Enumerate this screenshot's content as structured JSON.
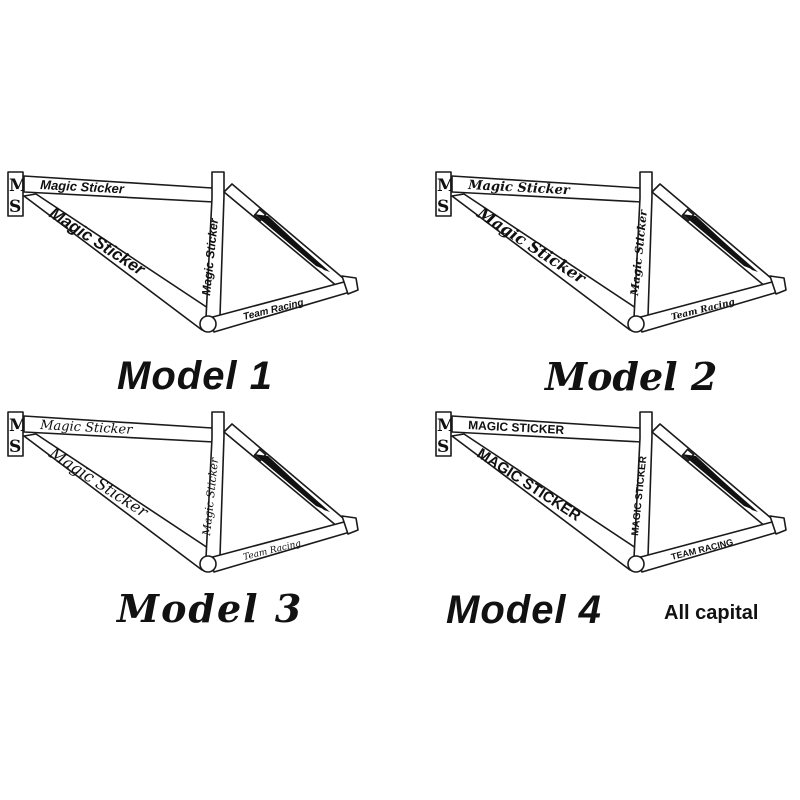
{
  "frames": [
    {
      "badge_top": "M",
      "badge_bottom": "S",
      "top_tube_text": "Magic Sticker",
      "down_tube_text": "Magic Sticker",
      "seat_tube_text": "Magic Sticker",
      "chainstay_text": "Team Racing",
      "caption": "Model 1",
      "note": ""
    },
    {
      "badge_top": "M",
      "badge_bottom": "S",
      "top_tube_text": "Magic Sticker",
      "down_tube_text": "Magic Sticker",
      "seat_tube_text": "Magic Sticker",
      "chainstay_text": "Team Racing",
      "caption": "Model 2",
      "note": ""
    },
    {
      "badge_top": "M",
      "badge_bottom": "S",
      "top_tube_text": "Magic Sticker",
      "down_tube_text": "Magic Sticker",
      "seat_tube_text": "Magic Sticker",
      "chainstay_text": "Team Racing",
      "caption": "Model 3",
      "note": ""
    },
    {
      "badge_top": "M",
      "badge_bottom": "S",
      "top_tube_text": "MAGIC STICKER",
      "down_tube_text": "MAGIC STICKER",
      "seat_tube_text": "MAGIC STICKER",
      "chainstay_text": "TEAM RACING",
      "caption": "Model 4",
      "note": "All capital"
    }
  ]
}
